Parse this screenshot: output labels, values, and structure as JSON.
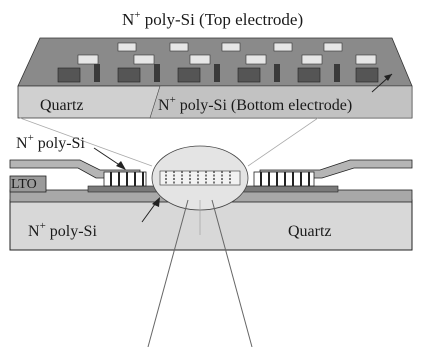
{
  "labels": {
    "top_electrode": {
      "base": "N",
      "sup": "+",
      "rest": " poly-Si (Top electrode)"
    },
    "quartz_top": "Quartz",
    "bottom_electrode": {
      "base": "N",
      "sup": "+",
      "rest": " poly-Si (Bottom electrode)"
    },
    "poly_upper": {
      "base": "N",
      "sup": "+",
      "rest": " poly-Si"
    },
    "lto": "LTO",
    "poly_lower": {
      "base": "N",
      "sup": "+",
      "rest": " poly-Si"
    },
    "quartz_bottom": "Quartz"
  },
  "colors": {
    "background": "#ffffff",
    "outline": "#222222",
    "top_slab": "#c9c9c9",
    "top_slab_side": "#8f8f8f",
    "electrode_grid": "#6d6d6d",
    "electrode_dark": "#3f3f3f",
    "quartz_block": "#d6d6d6",
    "gray_layer": "#a9a9a9",
    "magnifier_fill": "#e8e8e8"
  }
}
